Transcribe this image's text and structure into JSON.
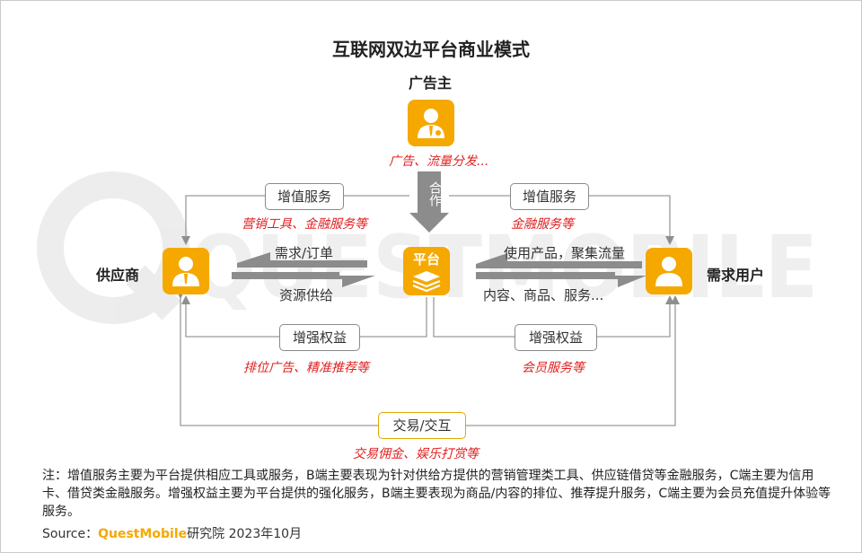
{
  "title": "互联网双边平台商业模式",
  "nodes": {
    "advertiser": {
      "label": "广告主",
      "note": "广告、流量分发..."
    },
    "supplier": {
      "label": "供应商"
    },
    "platform": {
      "label": "平台"
    },
    "user": {
      "label": "需求用户"
    }
  },
  "cooperation_label": "合作",
  "links": {
    "supplier_value_added": {
      "label": "增值服务",
      "note": "营销工具、金融服务等"
    },
    "user_value_added": {
      "label": "增值服务",
      "note": "金融服务等"
    },
    "supplier_rights": {
      "label": "增强权益",
      "note": "排位广告、精准推荐等"
    },
    "user_rights": {
      "label": "增强权益",
      "note": "会员服务等"
    },
    "transaction": {
      "label": "交易/交互",
      "note": "交易佣金、娱乐打赏等"
    }
  },
  "flows": {
    "supplier_in": "需求/订单",
    "supplier_out": "资源供给",
    "user_in": "使用产品，聚集流量",
    "user_out": "内容、商品、服务..."
  },
  "watermark": "QUESTMOBILE",
  "footnote": "注：增值服务主要为平台提供相应工具或服务，B端主要表现为针对供给方提供的营销管理类工具、供应链借贷等金融服务，C端主要为信用卡、借贷类金融服务。增强权益主要为平台提供的强化服务，B端主要表现为商品/内容的排位、推荐提升服务，C端主要为会员充值提升体验等服务。",
  "source": {
    "prefix": "Source：",
    "brand": "QuestMobile",
    "suffix": "研究院 2023年10月"
  },
  "colors": {
    "accent": "#f5a800",
    "note_red": "#e02020",
    "arrow_gray": "#8c8c8c",
    "line_gray": "#9a9a9a"
  }
}
